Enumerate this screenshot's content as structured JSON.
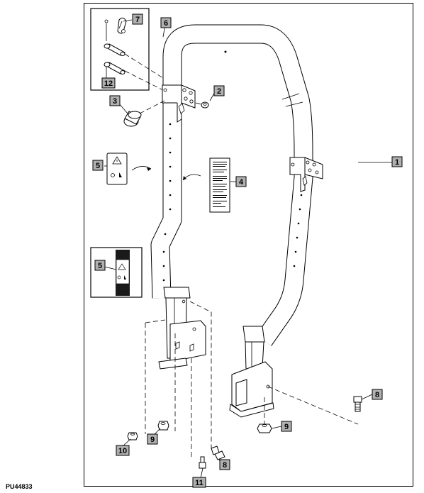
{
  "figure_id": "PU44833",
  "callouts": {
    "c1": "1",
    "c2": "2",
    "c3": "3",
    "c4": "4",
    "c5a": "5",
    "c5b": "5",
    "c6": "6",
    "c7": "7",
    "c8": "8",
    "c9a": "9",
    "c9b": "9",
    "c10": "10",
    "c11": "11",
    "c12": "12"
  },
  "colors": {
    "line": "#000000",
    "callout_fill": "#b0b0b0",
    "decal_band": "#1a1a1a"
  }
}
